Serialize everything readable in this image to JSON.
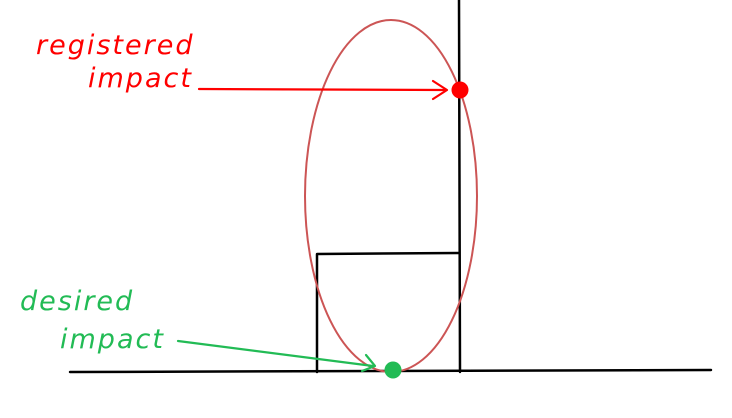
{
  "annotations": {
    "registered": {
      "line1": "registered",
      "line2": "impact",
      "color": "#ff0000"
    },
    "desired": {
      "line1": "desired",
      "line2": "impact",
      "color": "#22bb55"
    }
  },
  "colors": {
    "structure": "#000000",
    "ellipse": "#cc5555",
    "registered_point": "#ff0000",
    "desired_point": "#22bb55"
  }
}
